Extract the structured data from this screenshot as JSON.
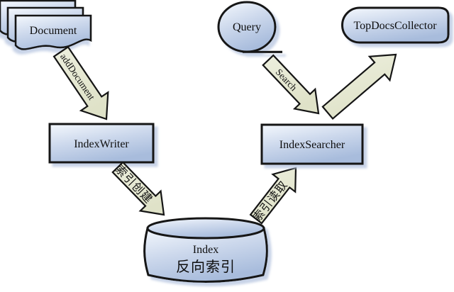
{
  "nodes": {
    "document": {
      "label": "Document"
    },
    "indexwriter": {
      "label": "IndexWriter"
    },
    "index_store": {
      "label": "Index",
      "sublabel": "反向索引"
    },
    "indexsearcher": {
      "label": "IndexSearcher"
    },
    "query": {
      "label": "Query"
    },
    "topdocscollector": {
      "label": "TopDocsCollector"
    }
  },
  "edges": {
    "add_document": {
      "label": "addDocument"
    },
    "index_create": {
      "label": "索引创建"
    },
    "index_read": {
      "label": "索引读取"
    },
    "search": {
      "label": "Search"
    }
  },
  "colors": {
    "background": "#ffffff",
    "outline": "#151515",
    "node_fill_top": "#f4f8fd",
    "node_fill_mid": "#ccd8ec",
    "node_fill_bottom": "#a8bcdc",
    "arrow_fill_top": "#edefde",
    "arrow_fill_bottom": "#dfe2c8",
    "shadow": "#c2cfe5"
  }
}
